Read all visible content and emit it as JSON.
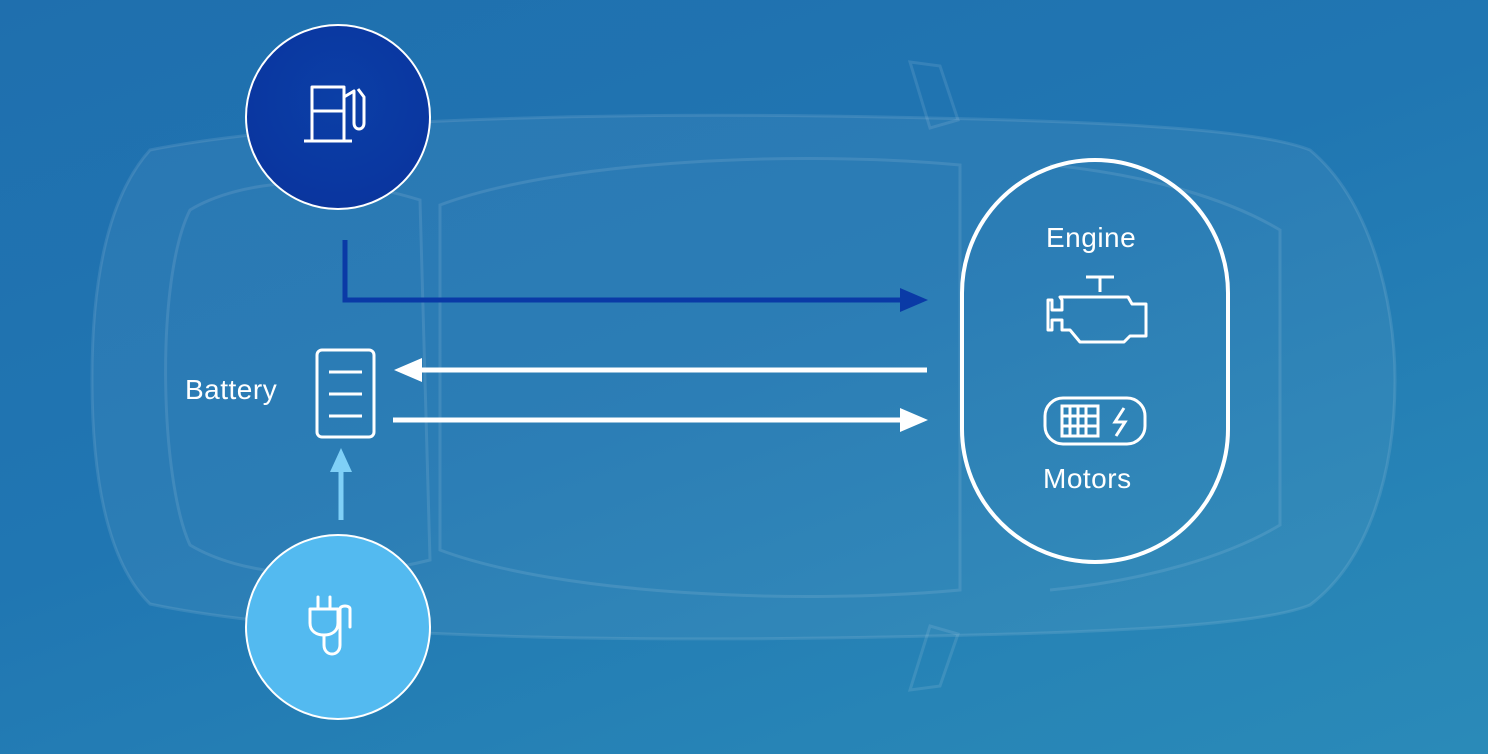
{
  "labels": {
    "battery": "Battery",
    "engine": "Engine",
    "motors": "Motors"
  },
  "colors": {
    "background": "#2076b2",
    "fuel_circle": "#0a36a0",
    "fuel_flow": "#0a3aa6",
    "plug_circle": "#53baf0",
    "plug_flow": "#7fd0f7",
    "outline": "#ffffff"
  },
  "icons": {
    "fuel": "fuel-pump-icon",
    "plug": "plug-icon",
    "battery": "battery-icon",
    "engine": "engine-icon",
    "motor": "motor-icon",
    "car": "car-silhouette"
  }
}
